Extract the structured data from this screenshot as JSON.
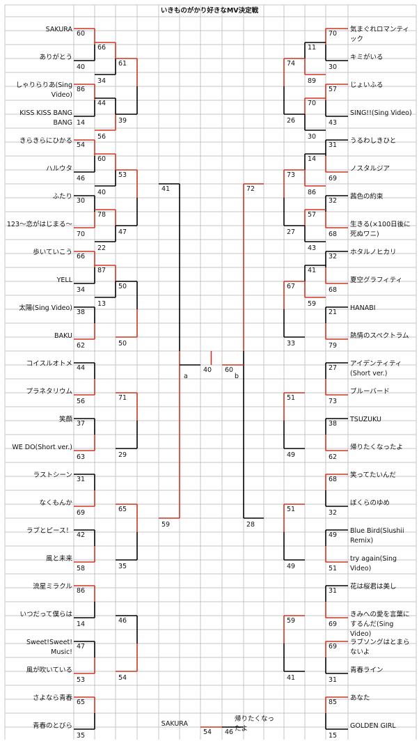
{
  "title": "いきものがかり好きなMV決定戦",
  "colors": {
    "win": "#cc3322",
    "lose": "#000000",
    "grid": "#c6c6c6"
  },
  "left_names": [
    "SAKURA",
    "ありがとう",
    "しゃりらりあ(Sing Video)",
    "KISS KISS BANG BANG",
    "きらきらにひかる",
    "ハルウタ",
    "ふたり",
    "123〜恋がはじまる〜",
    "歩いていこう",
    "YELL",
    "太陽(Sing Video)",
    "BAKU",
    "コイスルオトメ",
    "プラネタリウム",
    "笑顔",
    "WE DO(Short ver.)",
    "ラストシーン",
    "なくもんか",
    "ラブとピース！",
    "風と未来",
    "流星ミラクル",
    "いつだって僕らは",
    "Sweet!Sweet! Music!",
    "風が吹いている",
    "さよなら青春",
    "青春のとびら"
  ],
  "right_names": [
    "気まぐれロマンティック",
    "キミがいる",
    "じょいふる",
    "SING!!(Sing Video)",
    "うるわしきひと",
    "ノスタルジア",
    "茜色の約束",
    "生きる(×100日後に死ぬワニ)",
    "ホタルノヒカリ",
    "夏空グラフィティ",
    "HANABI",
    "熱情のスペクトラム",
    "アイデンティティ(Short ver.)",
    "ブルーバード",
    "TSUZUKU",
    "帰りたくなったよ",
    "笑ってたいんだ",
    "ぼくらのゆめ",
    "Blue Bird(Slushii Remix)",
    "try again(Sing Video)",
    "花は桜君は美し",
    "きみへの愛を言葉にするんだ(Sing Video)",
    "ラブソングはとまらないよ",
    "青春ライン",
    "あなた",
    "GOLDEN GIRL"
  ],
  "scores": {
    "L1": [
      60,
      40,
      86,
      14,
      54,
      46,
      30,
      70,
      66,
      34,
      38,
      62,
      44,
      56,
      37,
      63,
      31,
      69,
      42,
      58,
      86,
      14,
      47,
      53,
      65,
      35,
      66,
      34,
      44,
      56,
      60,
      40,
      78,
      22,
      87,
      13
    ],
    "L2": [
      61,
      39,
      53,
      47,
      50,
      50,
      71,
      29,
      65,
      35,
      46,
      54
    ],
    "L3": [
      41,
      59
    ],
    "R1": [
      70,
      30,
      57,
      43,
      31,
      69,
      32,
      68,
      32,
      68,
      21,
      79,
      27,
      73,
      38,
      62,
      68,
      32,
      49,
      51,
      31,
      69,
      69,
      31,
      85,
      15,
      11,
      89,
      70,
      30,
      14,
      86,
      57,
      43,
      41,
      59
    ],
    "R2": [
      74,
      26,
      73,
      27,
      67,
      33,
      51,
      49,
      51,
      49,
      59,
      41
    ],
    "R3": [
      72,
      28
    ],
    "final": [
      40,
      60
    ],
    "third": [
      54,
      46
    ]
  },
  "semi_labels": {
    "a": "a",
    "b": "b"
  },
  "third_place": {
    "left": "SAKURA",
    "right": "帰りたくなったよ"
  }
}
